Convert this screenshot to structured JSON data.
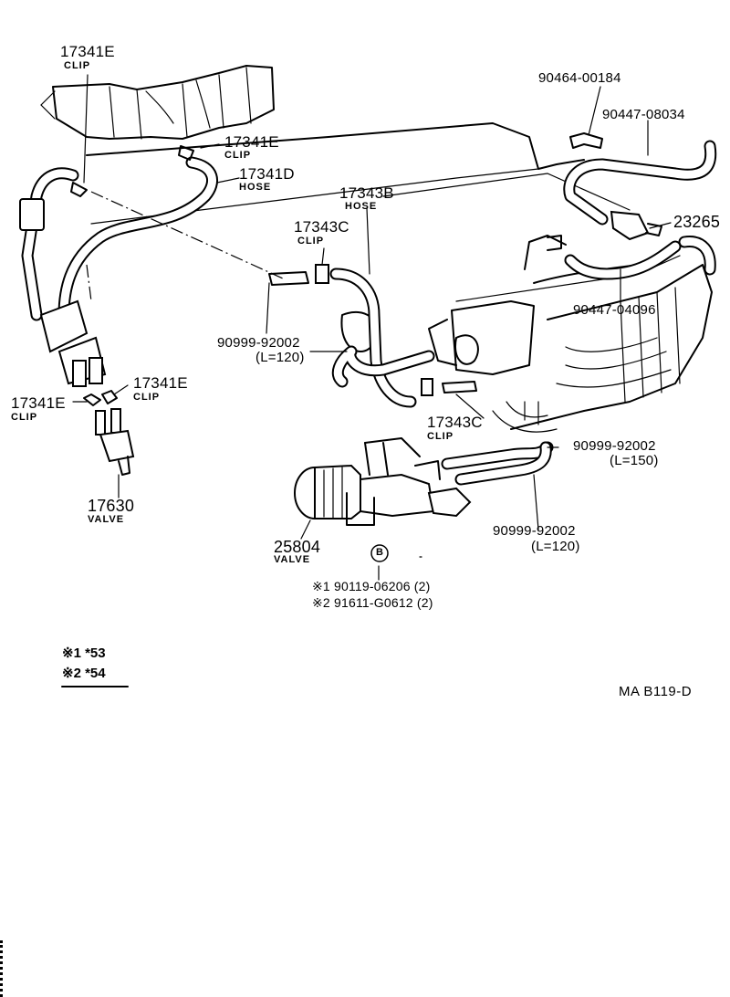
{
  "labels": {
    "p17341E_top": "17341E",
    "clip_top": "CLIP",
    "p17341E_2": "17341E",
    "clip_2": "CLIP",
    "p17341D": "17341D",
    "hose_d": "HOSE",
    "p17343B": "17343B",
    "hose_b": "HOSE",
    "p17343C_1": "17343C",
    "clip_c1": "CLIP",
    "p90464": "90464-00184",
    "p90447_08034": "90447-08034",
    "p23265": "23265",
    "p90447_04096": "90447-04096",
    "p90999_a": "90999-92002",
    "len_a": "(L=120)",
    "p17341E_3": "17341E",
    "clip_3": "CLIP",
    "p17341E_4": "17341E",
    "clip_4": "CLIP",
    "p17343C_2": "17343C",
    "clip_c2": "CLIP",
    "p90999_b": "90999-92002",
    "len_b": "(L=150)",
    "p90999_c": "90999-92002",
    "len_c": "(L=120)",
    "p17630": "17630",
    "valve_17630": "VALVE",
    "p25804": "25804",
    "valve_25804": "VALVE",
    "b_marker": "B",
    "bolt_1": "※1 90119-06206 (2)",
    "bolt_2": "※2 91611-G0612 (2)",
    "note_1": "※1 *53",
    "note_2": "※2 *54",
    "ref_code": "MA  B119-D"
  },
  "colors": {
    "ink": "#000000",
    "paper": "#ffffff"
  }
}
